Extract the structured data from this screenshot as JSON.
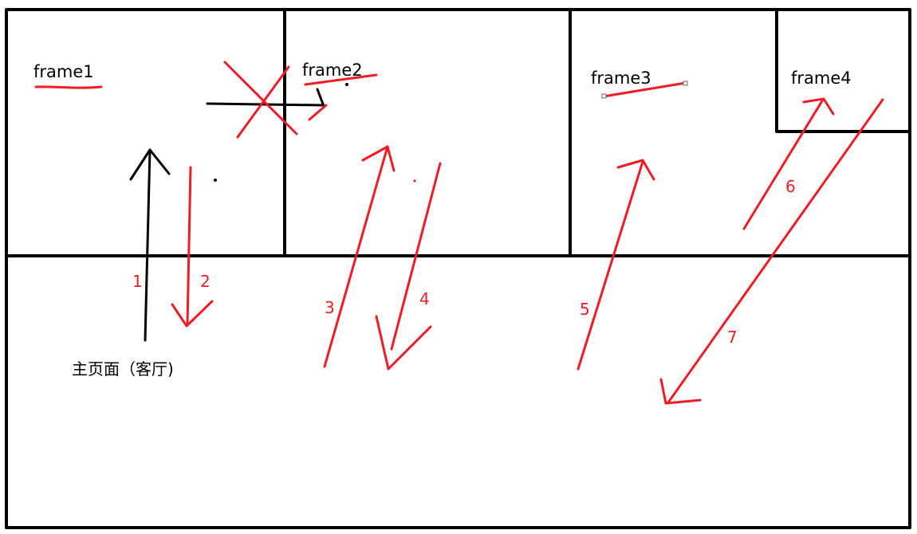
{
  "colors": {
    "outline": "#000000",
    "annotation": "#ee1c24"
  },
  "frames": [
    {
      "id": "frame1",
      "label": "frame1"
    },
    {
      "id": "frame2",
      "label": "frame2"
    },
    {
      "id": "frame3",
      "label": "frame3"
    },
    {
      "id": "frame4",
      "label": "frame4"
    }
  ],
  "main_page": {
    "label": "主页面（客厅)"
  },
  "steps": [
    "1",
    "2",
    "3",
    "4",
    "5",
    "6",
    "7"
  ]
}
